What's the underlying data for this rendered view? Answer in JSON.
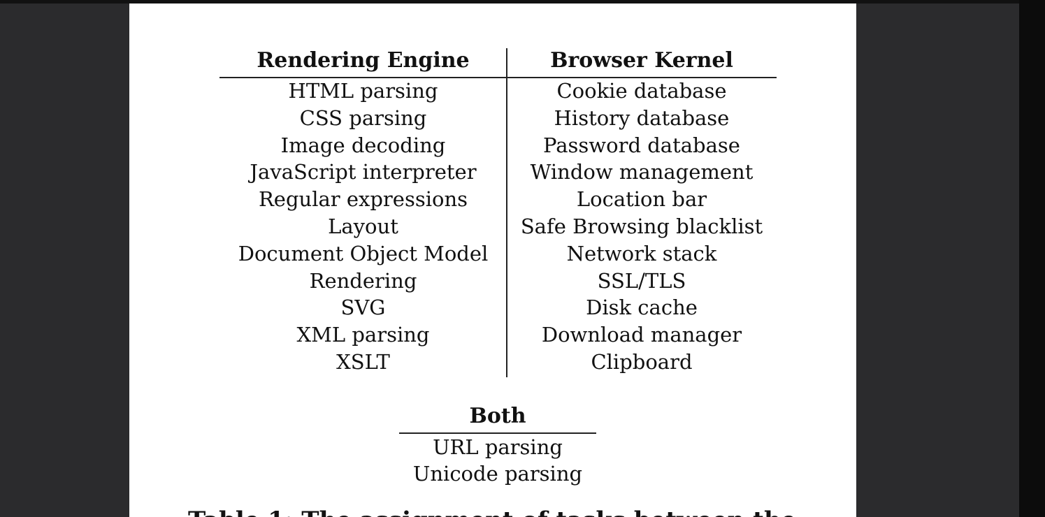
{
  "table": {
    "rendering_engine": {
      "header": "Rendering Engine",
      "items": [
        "HTML parsing",
        "CSS parsing",
        "Image decoding",
        "JavaScript interpreter",
        "Regular expressions",
        "Layout",
        "Document Object Model",
        "Rendering",
        "SVG",
        "XML parsing",
        "XSLT"
      ]
    },
    "browser_kernel": {
      "header": "Browser Kernel",
      "items": [
        "Cookie database",
        "History database",
        "Password database",
        "Window management",
        "Location bar",
        "Safe Browsing blacklist",
        "Network stack",
        "SSL/TLS",
        "Disk cache",
        "Download manager",
        "Clipboard"
      ]
    }
  },
  "both": {
    "header": "Both",
    "items": [
      "URL parsing",
      "Unicode parsing"
    ]
  },
  "caption": "Table 1: The assignment of tasks between the"
}
